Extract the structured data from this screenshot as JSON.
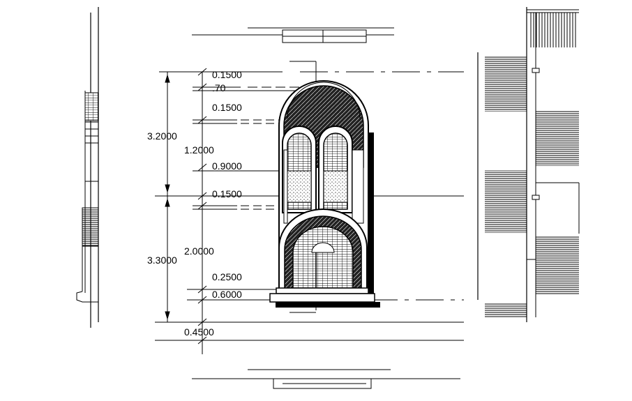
{
  "dimensions": {
    "total_upper": "3.2000",
    "total_lower": "3.3000",
    "d_0150_top": "0.1500",
    "d_070": ".70",
    "d_0150_b": "0.1500",
    "d_1200": "1.2000",
    "d_0900": "0.9000",
    "d_0150_c": "0.1500",
    "d_2000": "2.0000",
    "d_0250": "0.2500",
    "d_0600": "0.6000",
    "d_0450": "0.4500"
  },
  "colors": {
    "ink": "#000000",
    "paper": "#ffffff"
  }
}
